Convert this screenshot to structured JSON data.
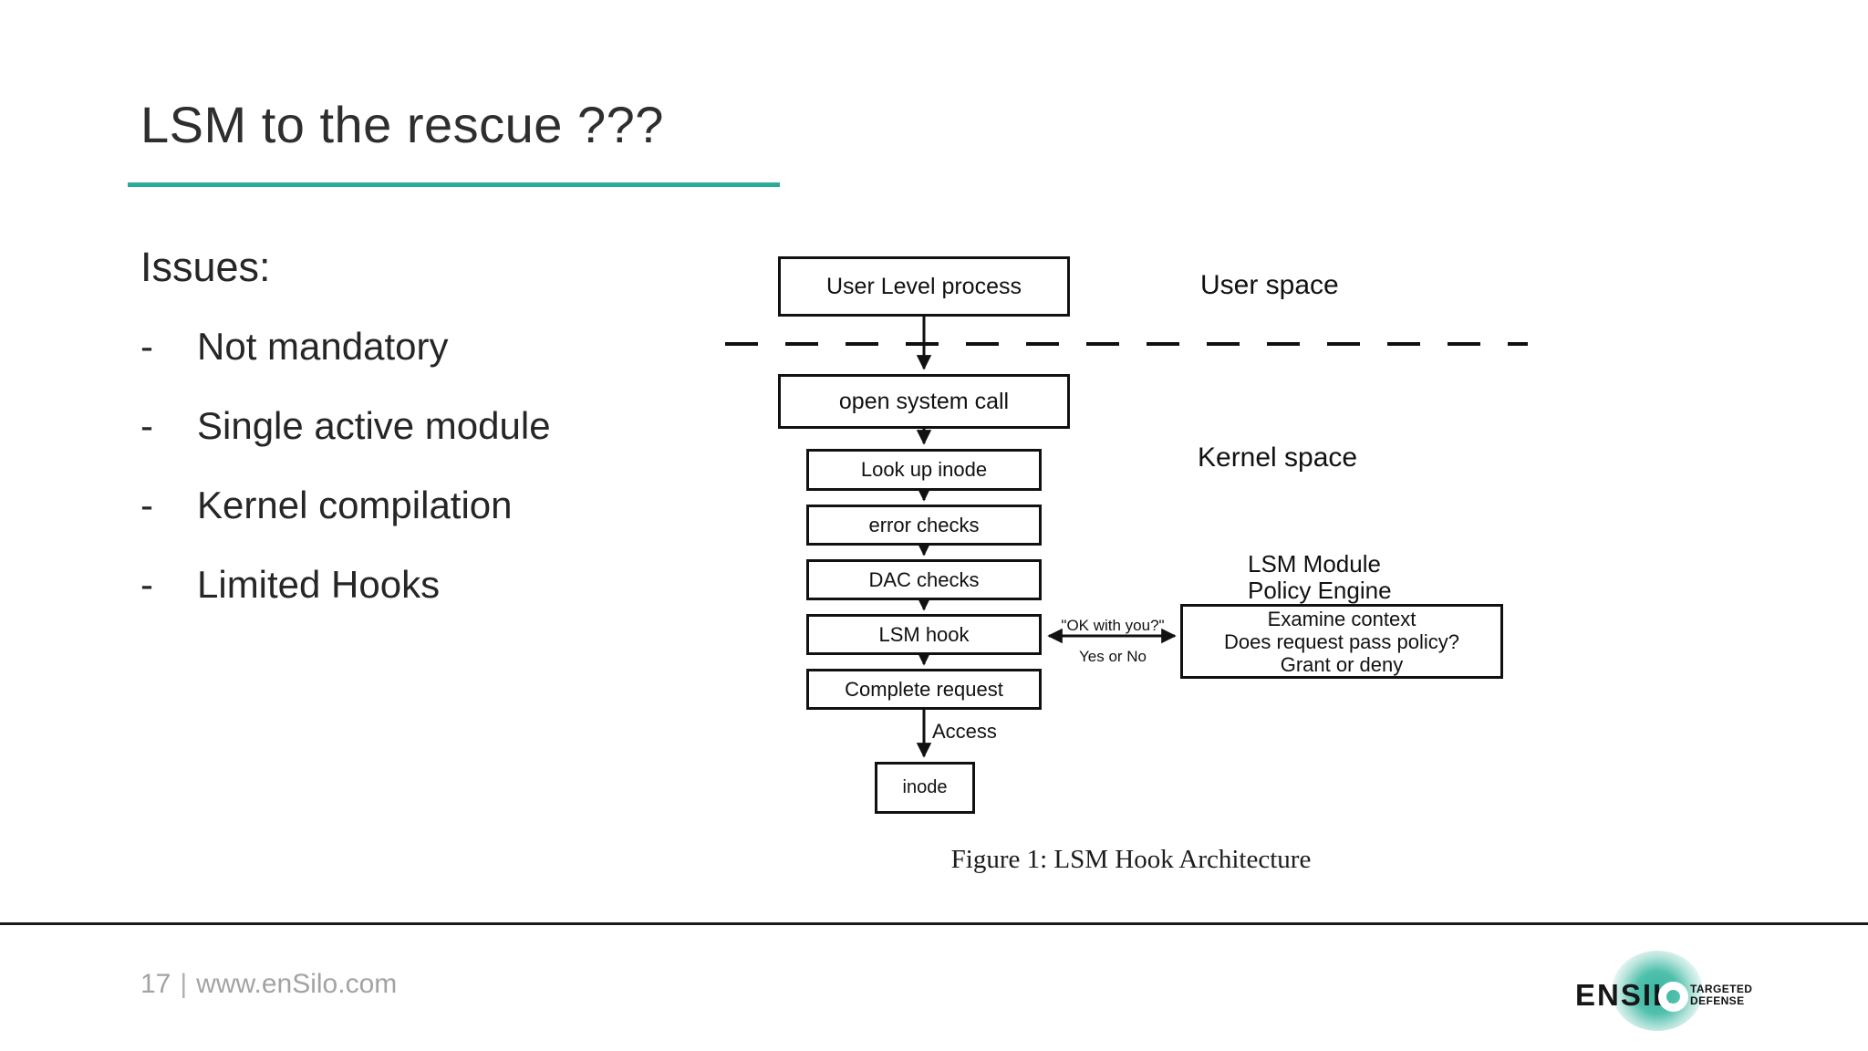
{
  "slide": {
    "title": "LSM to the rescue ???",
    "issues_heading": "Issues:",
    "bullet_char": "-",
    "issues": [
      "Not mandatory",
      "Single active module",
      "Kernel compilation",
      "Limited Hooks"
    ]
  },
  "diagram": {
    "flow_boxes": [
      "User Level process",
      "open system call",
      "Look up inode",
      "error checks",
      "DAC checks",
      "LSM hook",
      "Complete request",
      "inode"
    ],
    "labels": {
      "user_space": "User space",
      "kernel_space": "Kernel space",
      "ok_with_you": "\"OK with you?\"",
      "yes_or_no": "Yes or No",
      "access": "Access",
      "module_line1": "LSM Module",
      "module_line2": "Policy Engine"
    },
    "policy_box_lines": [
      "Examine context",
      "Does request pass policy?",
      "Grant or deny"
    ],
    "caption": "Figure 1: LSM Hook Architecture"
  },
  "footer": {
    "page_number": "17",
    "separator": "|",
    "website": "www.enSilo.com",
    "logo_wordmark": "ENSIL",
    "logo_tagline_line1": "TARGETED",
    "logo_tagline_line2": "DEFENSE"
  },
  "colors": {
    "accent_teal": "#2aab97",
    "text_dark": "#262626",
    "footer_gray": "#a3a3a3",
    "diagram_stroke": "#111111"
  }
}
